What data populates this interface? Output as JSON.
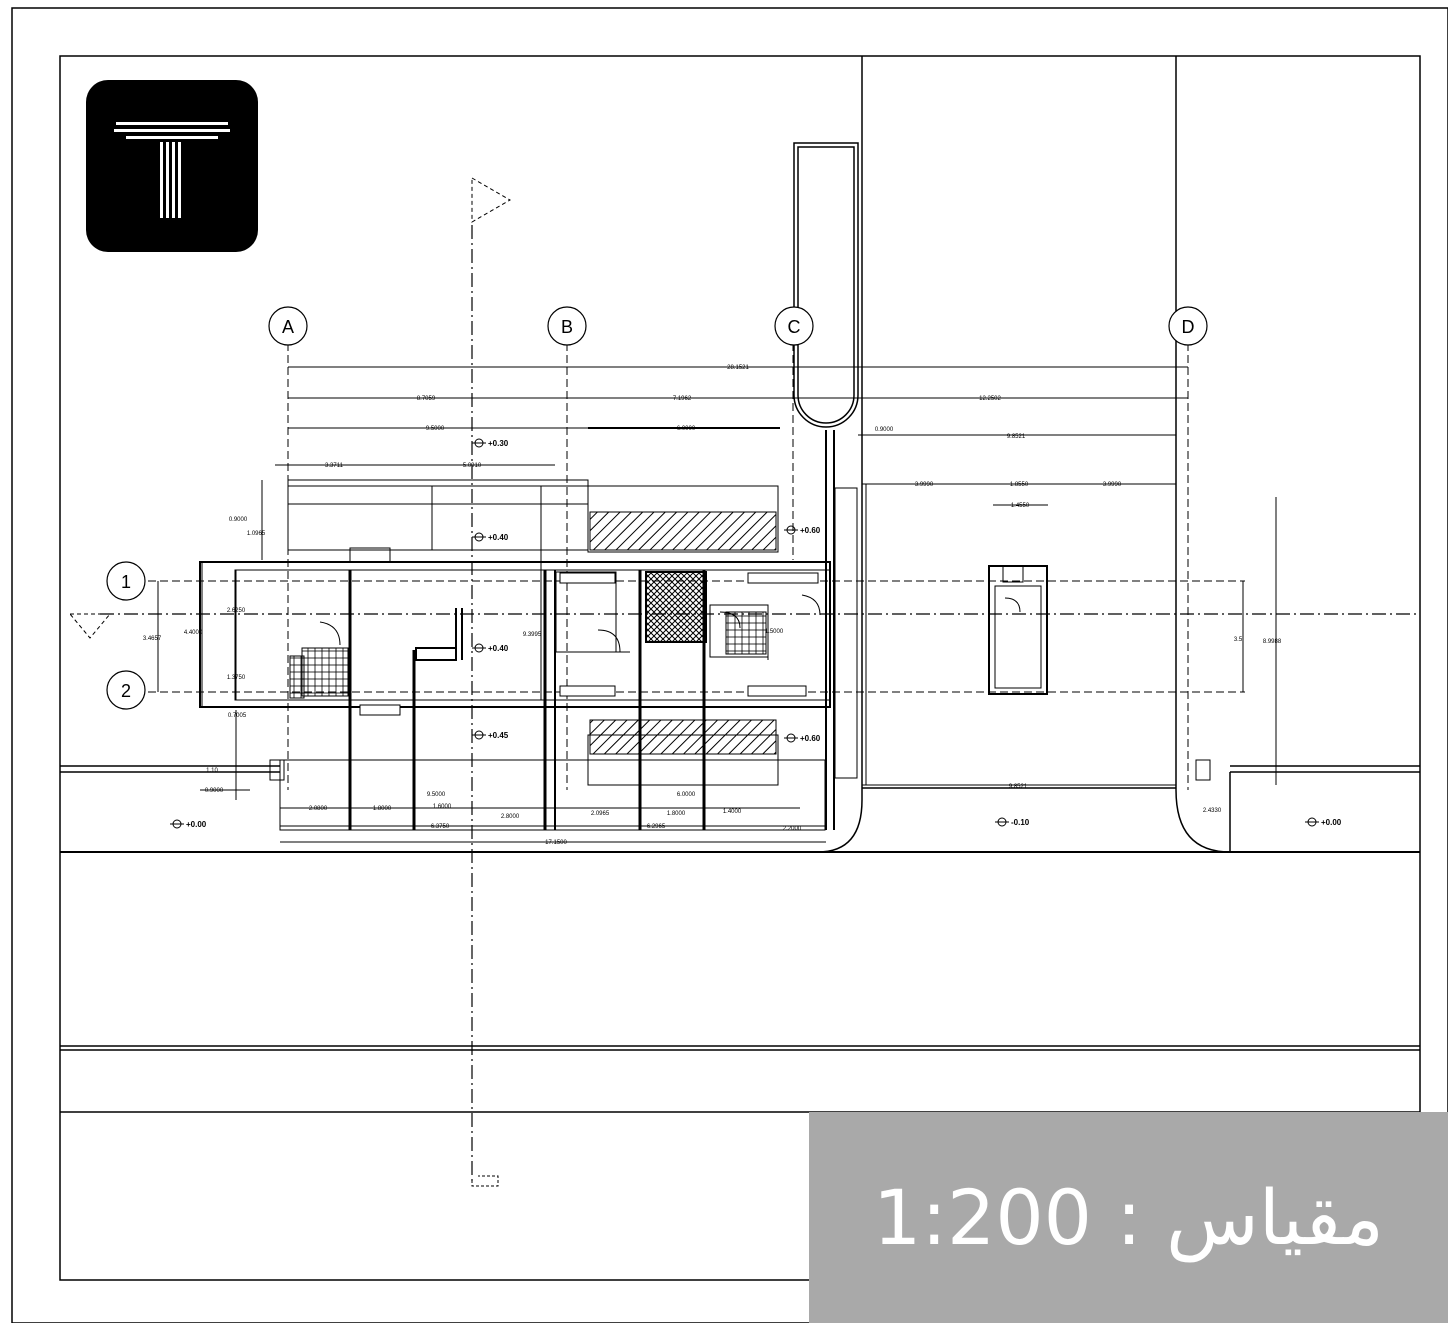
{
  "grid": {
    "columns": [
      "A",
      "B",
      "C",
      "D"
    ],
    "rows": [
      "1",
      "2"
    ]
  },
  "dimensions": {
    "overall_top": "28.1521",
    "segment_ab": "8.7059",
    "segment_bc": "7.1962",
    "segment_cd": "12.2502",
    "d1": "9.5000",
    "d2": "6.0000",
    "d3": "0.9000",
    "d4": "9.8521",
    "d5": "3.3711",
    "d6": "5.0910",
    "d7": "3.9990",
    "d8": "1.8550",
    "d9": "3.9990",
    "d10": "1.4550",
    "left_v1": "3.4657",
    "left_v2": "4.4000",
    "left_v3": "2.6250",
    "left_v4": "1.3750",
    "left_v5": "0.9000",
    "left_v6": "1.0965",
    "left_v7": "0.7005",
    "left_v8": "1.10",
    "left_v9": "0.9000",
    "mid_v1": "9.3995",
    "mid_v2": "1.5000",
    "right_v1": "3.5",
    "right_v2": "8.9988",
    "bottom_d1": "2.0800",
    "bottom_d2": "1.8000",
    "bottom_d3": "1.6000",
    "bottom_d4": "2.8000",
    "bottom_d5": "6.3750",
    "bottom_d6": "9.5000",
    "bottom_d7": "2.0965",
    "bottom_d8": "1.8000",
    "bottom_d9": "1.4000",
    "bottom_d10": "6.0000",
    "bottom_d11": "6.2965",
    "bottom_d12": "2.2000",
    "bottom_overall": "17.1500",
    "right_bottom": "9.8521",
    "right_bottom2": "2.4330"
  },
  "levels": {
    "l1": "+0.30",
    "l2": "+0.40",
    "l3": "+0.60",
    "l4": "+0.40",
    "l5": "+0.45",
    "l6": "+0.60",
    "l7": "+0.00",
    "l8": "-0.10",
    "l9": "+0.00"
  },
  "scale": {
    "label": "مقياس : 1:200"
  },
  "colors": {
    "line": "#000000",
    "badge": "#a9a9a9",
    "badge_text": "#ffffff",
    "logo_bg": "#000000"
  }
}
